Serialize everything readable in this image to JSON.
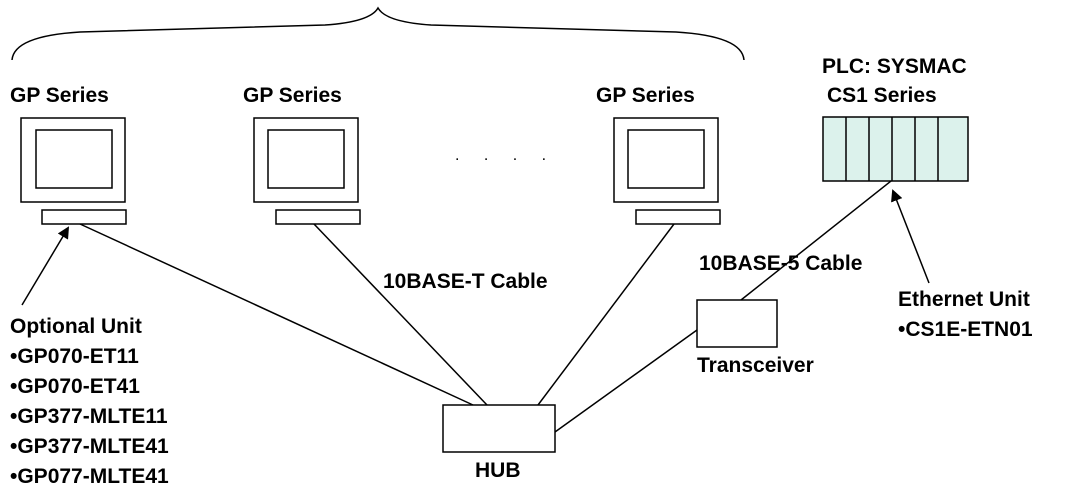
{
  "devices": {
    "gp_terminals": [
      {
        "label": "GP Series"
      },
      {
        "label": "GP Series"
      },
      {
        "label": "GP Series"
      }
    ],
    "ellipsis": ". . . .",
    "plc": {
      "line1": "PLC:  SYSMAC",
      "line2": "CS1 Series"
    },
    "hub": {
      "label": "HUB"
    },
    "transceiver": {
      "label": "Transceiver"
    }
  },
  "cables": {
    "tbase_t": "10BASE-T Cable",
    "tbase_5": "10BASE-5 Cable"
  },
  "optional_unit": {
    "title": "Optional Unit",
    "items": [
      "•GP070-ET11",
      "•GP070-ET41",
      "•GP377-MLTE11",
      "•GP377-MLTE41",
      "•GP077-MLTE41"
    ]
  },
  "ethernet_unit": {
    "title": "Ethernet Unit",
    "items": [
      "•CS1E-ETN01"
    ]
  },
  "colors": {
    "line": "#000000",
    "background": "#ffffff",
    "plc_fill": "#dcf2ec"
  }
}
